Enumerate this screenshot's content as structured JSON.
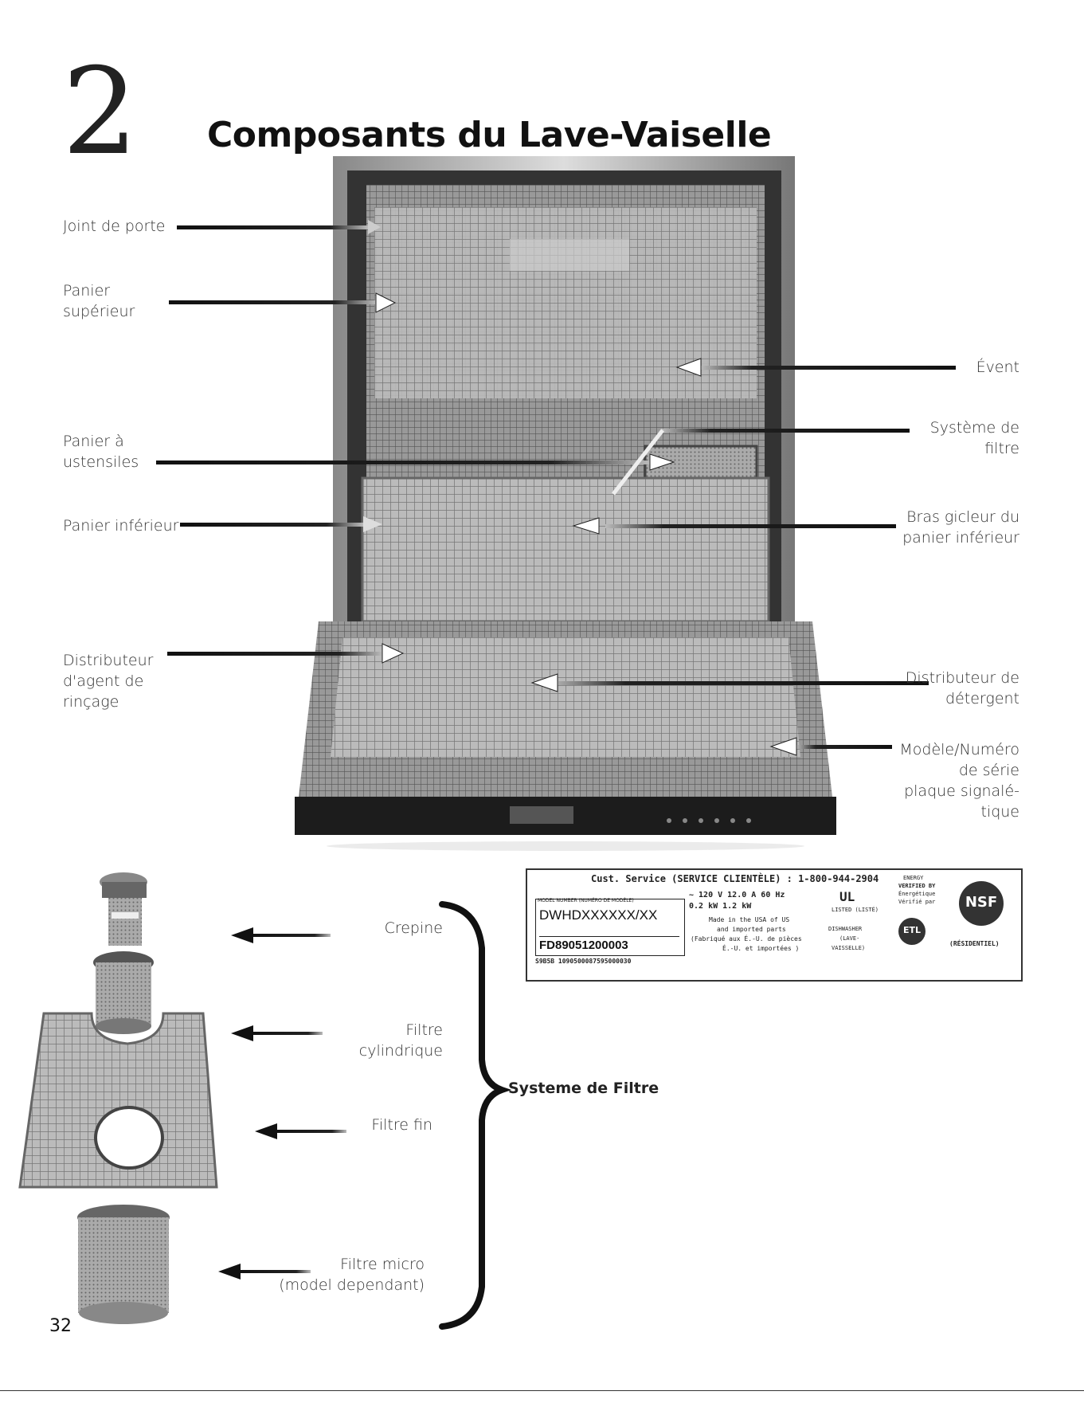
{
  "chapter_number": "2",
  "page_title": "Composants du Lave-Vaiselle",
  "page_number": "32",
  "labels": {
    "joint_porte": [
      "Joint de porte"
    ],
    "panier_superieur": [
      "Panier",
      "supérieur"
    ],
    "panier_ustensiles": [
      "Panier à",
      "ustensiles"
    ],
    "panier_inferieur": [
      "Panier inférieur"
    ],
    "distributeur_rincage": [
      "Distributeur",
      "d'agent de",
      "rinçage"
    ],
    "event": [
      "Évent"
    ],
    "systeme_filtre": [
      "Système de",
      "filtre"
    ],
    "bras_gicleur": [
      "Bras gicleur du",
      "panier inférieur"
    ],
    "distributeur_detergent": [
      "Distributeur de",
      "détergent"
    ],
    "plaque": [
      "Modèle/Numéro",
      "de série",
      "plaque signalé-",
      "tique"
    ]
  },
  "filter_parts": {
    "crepine": [
      "Crepine"
    ],
    "cylindrique": [
      "Filtre",
      "cylindrique"
    ],
    "fin": [
      "Filtre fin"
    ],
    "micro": [
      "Filtre micro",
      "(model dependant)"
    ]
  },
  "filter_system_title": "Systeme de Filtre",
  "rating_plate": {
    "service": "Cust. Service (SERVICE CLIENTÈLE) : 1-800-944-2904",
    "model_header": "MODEL NUMBER (NUMÉRO DE MODÈLE)",
    "model": "DWHDXXXXXX/XX",
    "serial": "FD89051200003",
    "barcode": "S9B5B  1090500087595000030",
    "electrical_1": "~ 120 V   12.0 A   60 Hz",
    "electrical_2": "0.2 kW   1.2 kW",
    "made_1": "Made in the USA of US",
    "made_2": "and imported parts",
    "made_3": "(Fabriqué aux É.-U. de pièces",
    "made_4": "É.-U. et importées )",
    "listed": "LISTED (LISTÉ)",
    "dishwasher": "DISHWASHER",
    "vaisselle": "(LAVE-",
    "vaisselle2": "VAISSELLE)",
    "energy_1": "ENERGY",
    "energy_2": "VERIFIED BY",
    "energy_3": "Énergétique",
    "energy_4": "Vérifié par",
    "nsf": "NSF",
    "residential": "(RÉSIDENTIEL)",
    "ul": "UL",
    "etl": "ETL"
  }
}
